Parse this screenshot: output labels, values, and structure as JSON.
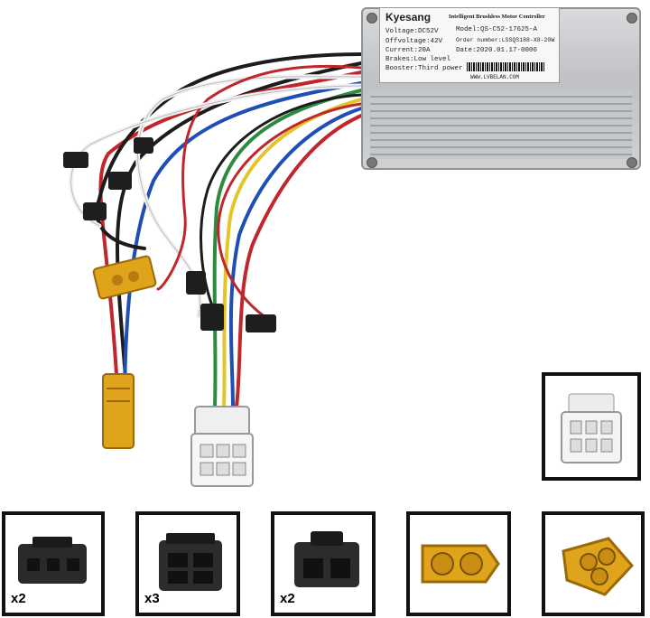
{
  "controller_label": {
    "brand": "Kyesang",
    "product": "Intelligent Brushless Motor Controller",
    "voltage": "Voltage:DC52V",
    "model": "Model:QS-C52-17625-A",
    "offvoltage": "Offvoltage:42V",
    "order_number": "Order number:LSSQS188-X8-20W",
    "current": "Current:20A",
    "date": "Date:2020.01.17-0006",
    "brakes": "Brakes:Low level",
    "booster": "Booster:Third power",
    "website": "WWW.LVBELAN.COM"
  },
  "connector_panels": [
    {
      "name": "3-pin-black-connector",
      "quantity": "x2"
    },
    {
      "name": "4-pin-black-connector",
      "quantity": "x3"
    },
    {
      "name": "2-pin-black-connector",
      "quantity": "x2"
    },
    {
      "name": "xt60-yellow-connector",
      "quantity": ""
    },
    {
      "name": "motor-phase-yellow-connector",
      "quantity": ""
    }
  ],
  "colors": {
    "wire_red": "#c0262b",
    "wire_black": "#1c1c1c",
    "wire_blue": "#1f4fb5",
    "wire_green": "#2e8b3d",
    "wire_yellow": "#e3c52a",
    "wire_white": "#f2f2f2",
    "connector_yellow": "#e0a41c",
    "connector_black": "#2a2a2a"
  }
}
